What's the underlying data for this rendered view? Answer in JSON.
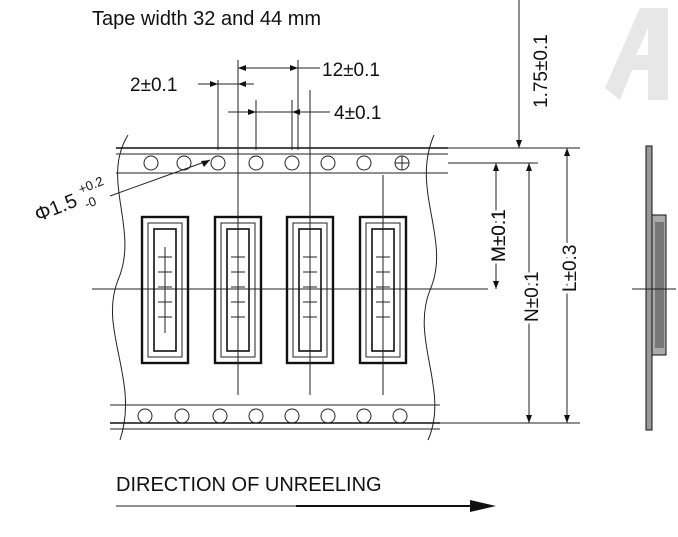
{
  "title": "Tape width 32 and 44 mm",
  "dimensions": {
    "pitch": "12±0.1",
    "hole_pitch": "4±0.1",
    "hole_offset": "2±0.1",
    "edge_to_hole": "1.75±0.1",
    "hole_dia_base": "Φ1.5",
    "hole_dia_plus": "+0.2",
    "hole_dia_minus": "-0",
    "m": "M±0.1",
    "n": "N±0.1",
    "l": "L±0.3"
  },
  "footer": {
    "direction": "DIRECTION OF UNREELING"
  },
  "colors": {
    "line": "#111111",
    "background": "#ffffff"
  }
}
